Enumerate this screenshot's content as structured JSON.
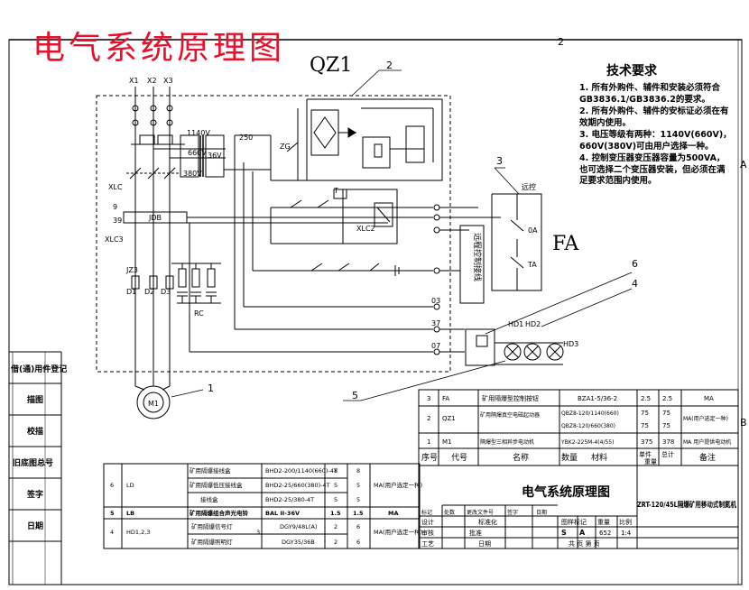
{
  "title_red": "电气系统原理图",
  "qz_label": "QZ1",
  "fa_label": "FA",
  "tech": {
    "heading": "技术要求",
    "items": [
      "1. 所有外购件、辅件和安装必须符合GB3836.1/GB3836.2的要求。",
      "2. 所有外购件、辅件的安标证必须在有效期内使用。",
      "3. 电压等级有两种：1140V(660V)，660V(380V)可由用户选择一种。",
      "4. 控制变压器变压器容量为500VA，也可选择二个变压器安装，但必须在满足要求范围内使用。"
    ]
  },
  "callouts": [
    "1",
    "2",
    "3",
    "4",
    "5",
    "6"
  ],
  "grid_top": "2",
  "side_markers": [
    "A",
    "B"
  ],
  "terminals": [
    "X1",
    "X2",
    "X3"
  ],
  "circuit_labels": {
    "xlc": "XLC",
    "xlc3": "XLC3",
    "n9": "9",
    "n39": "39",
    "jdb": "JDB",
    "jz3": "JZ3",
    "d1": "D1",
    "d2": "D2",
    "d3": "D3",
    "rc": "RC",
    "motor": "M1",
    "v1140": "1140V",
    "v660": "660V",
    "v380": "380V",
    "v36": "36V",
    "n250": "250",
    "zg": "ZG",
    "t": "T",
    "xlc2": "XLC2",
    "hd1": "HD1",
    "hd2": "HD2",
    "hd3": "HD3",
    "fa_0a": "0A",
    "fa_ta": "TA",
    "n07": "07",
    "n37": "37",
    "n03": "03",
    "qz_label_fa": "远控",
    "remote_box": "远程控制接线"
  },
  "left_strip": [
    "借(通)用件登记",
    "描图",
    "校描",
    "旧底图总号",
    "签字",
    "日期"
  ],
  "parts_top": [
    {
      "no": "3",
      "code": "FA",
      "name": "矿用隔爆型控制按钮",
      "spec": "BZA1-5/36-2",
      "qty": "2.5",
      "mat": "2.5",
      "remark": "MA"
    },
    {
      "no": "2",
      "code": "QZ1",
      "name": "矿用隔爆真空电磁起动器",
      "spec": "QBZ8-120/1140(660)",
      "qty": "75",
      "mat": "75",
      "remark": "MA(用户选定一种)"
    },
    {
      "no": "",
      "code": "",
      "name": "",
      "spec": "QBZ8-120/660(380)",
      "qty": "75",
      "mat": "75",
      "remark": ""
    },
    {
      "no": "1",
      "code": "M1",
      "name": "隔爆型三相异步电动机",
      "spec": "YBK2-225M-4(4/55)",
      "qty": "375",
      "mat": "378",
      "remark": "MA 用户提供电动机"
    }
  ],
  "parts_header": [
    "序号",
    "代号",
    "名称",
    "数量",
    "材料",
    "单件",
    "总计",
    "备注"
  ],
  "parts_mid_header": [
    "重量"
  ],
  "parts_lower": [
    {
      "no": "6",
      "code": "LD",
      "name": "矿用隔爆接线盒",
      "spec": "BHD2-200/1140(660)-4T",
      "q1": "8",
      "q2": "8",
      "remark": "MA(用户选定一种)"
    },
    {
      "no": "",
      "code": "",
      "name": "矿用隔爆低压接线盒",
      "spec": "BHD2-25/660(380)-4T",
      "q1": "5",
      "q2": "5",
      "remark": ""
    },
    {
      "no": "",
      "code": "",
      "name": "接线盒",
      "spec": "BHD2-25/380-4T",
      "q1": "5",
      "q2": "5",
      "remark": ""
    },
    {
      "no": "5",
      "code": "LB",
      "name": "矿用隔爆组合声光电铃",
      "spec": "BAL II-36V",
      "q1": "1.5",
      "q2": "1.5",
      "remark": "MA"
    },
    {
      "no": "4",
      "code": "HD1,2,3",
      "name": "矿用隔爆信号灯",
      "spec": "DGY9/48L(A)",
      "q1": "2",
      "q2": "6",
      "remark": "MA(用户选定一种)",
      "qty": "3"
    },
    {
      "no": "",
      "code": "",
      "name": "矿用隔爆照明灯",
      "spec": "DGY35/36B",
      "q1": "2",
      "q2": "6",
      "remark": ""
    }
  ],
  "title_block": {
    "drawing_name": "电气系统原理图",
    "product": "ZRT-120/45L隔爆矿用移动式制氮机",
    "rows": [
      "标记",
      "处数",
      "更改文件号",
      "签字",
      "日期"
    ],
    "labels": [
      "设计",
      "标准化",
      "审核",
      "工艺",
      "批准"
    ],
    "stage": "图样标记",
    "weight": "重量",
    "scale": "比例",
    "s_mark": "S",
    "a_mark": "A",
    "weight_val": "652",
    "scale_val": "1:4",
    "sheet": "共 页 第 页",
    "date_label": "日期"
  }
}
